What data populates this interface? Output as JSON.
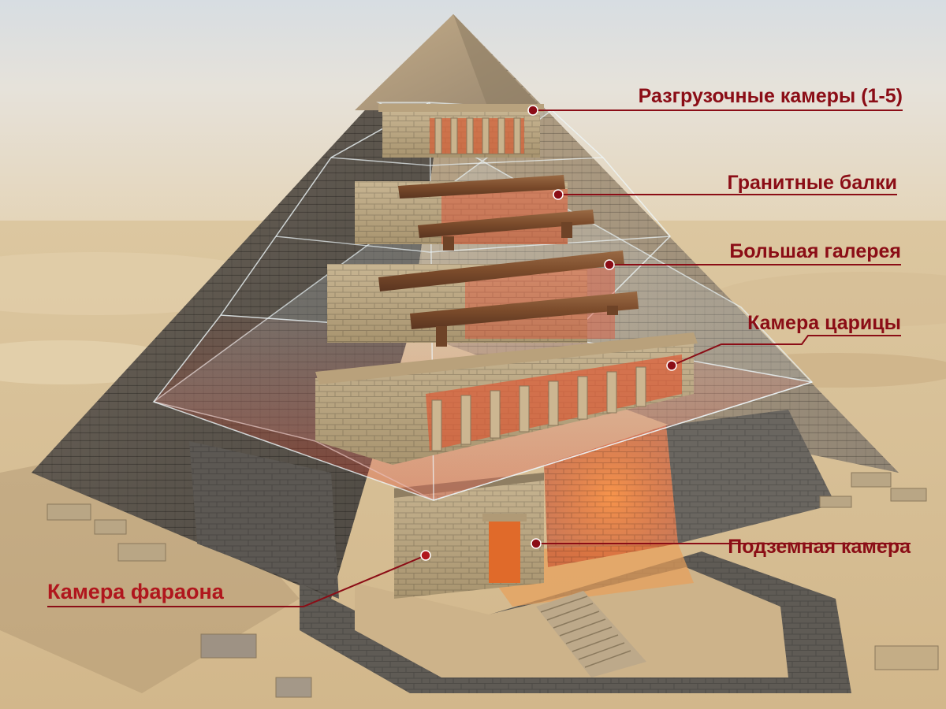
{
  "labels": {
    "relieving_chambers": "Разгрузочные камеры (1-5)",
    "granite_beams": "Гранитные балки",
    "grand_gallery": "Большая галерея",
    "queens_chamber": "Камера царицы",
    "subterranean_chamber": "Подземная камера",
    "kings_chamber": "Камера фараона"
  },
  "colors": {
    "callout": "#8b0d16",
    "callout_left": "#b0161d",
    "sky": "#dfe3e6",
    "sand": "#d9c39c",
    "stone_dark": "#5b5752",
    "limestone": "#b9a582",
    "wood": "#7a4a2a",
    "glow": "#e0502a"
  }
}
